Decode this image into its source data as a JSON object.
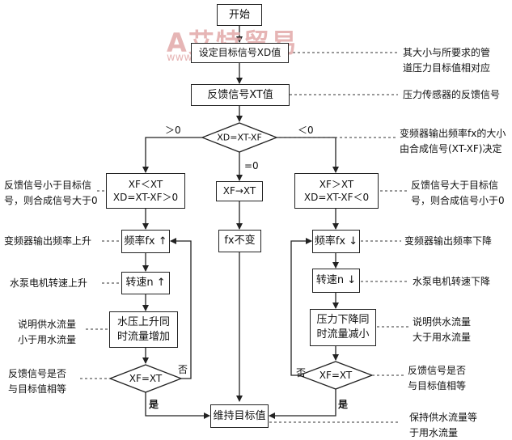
{
  "watermark": {
    "brand": "A艾特贸易",
    "url": "www.aitmy.com"
  },
  "nodes": {
    "start": "开始",
    "set_target": "设定目标信号XD值",
    "feedback": "反馈信号XT值",
    "decision_main": "XD=XT-XF",
    "left_cond_1": "XF＜XT",
    "left_cond_2": "XD=XT-XF＞0",
    "mid_cond": "XF→XT",
    "right_cond_1": "XF＞XT",
    "right_cond_2": "XD=XT-XF＜0",
    "freq_up": "频率fx ↑",
    "freq_same": "fx不变",
    "freq_down": "频率fx ↓",
    "speed_up": "转速n ↑",
    "speed_down": "转速n ↓",
    "pressure_up_1": "水压上升同",
    "pressure_up_2": "时流量增加",
    "pressure_down_1": "压力下降同",
    "pressure_down_2": "时流量减小",
    "decision_left": "XF=XT",
    "decision_right": "XF=XT",
    "maintain": "维持目标值"
  },
  "edge_labels": {
    "gt0": "＞0",
    "lt0": "＜0",
    "eq0": "=0",
    "no_left": "否",
    "no_right": "否",
    "yes_left": "是",
    "yes_right": "是"
  },
  "notes": {
    "target_1": "其大小与所要求的管",
    "target_2": "道压力目标值相对应",
    "feedback": "压力传感器的反馈信号",
    "inverter_1": "变频器输出频率fx的大小",
    "inverter_2": "由合成信号(XT-XF)决定",
    "left_fb_1": "反馈信号小于目标信",
    "left_fb_2": "号，则合成信号大于0",
    "right_fb_1": "反馈信号大于目标信",
    "right_fb_2": "号，则合成信号小于0",
    "freq_up": "变频器输出频率上升",
    "freq_down": "变频器输出频率下降",
    "motor_up": "水泵电机转速上升",
    "motor_down": "水泵电机转速下降",
    "supply_less_1": "说明供水流量",
    "supply_less_2": "小于用水流量",
    "supply_more_1": "说明供水流量",
    "supply_more_2": "大于用水流量",
    "equal_left_1": "反馈信号是否",
    "equal_left_2": "与目标值相等",
    "equal_right_1": "反馈信号是否",
    "equal_right_2": "与目标值相等",
    "maintain_1": "保持供水流量等",
    "maintain_2": "于用水流量"
  }
}
